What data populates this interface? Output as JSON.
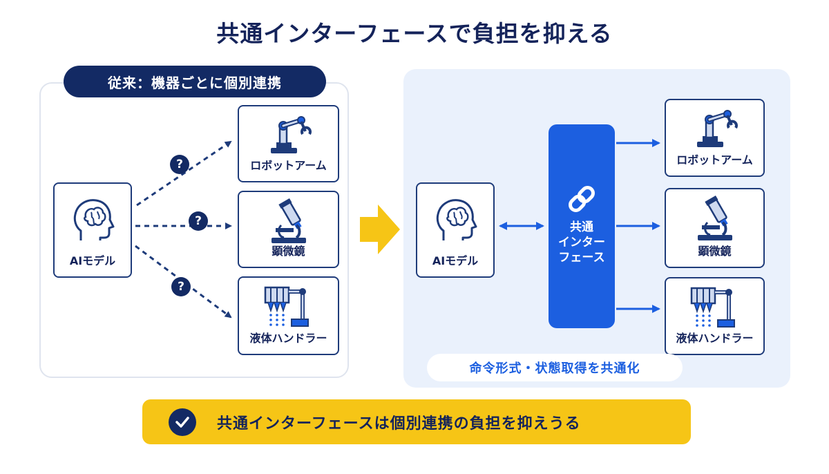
{
  "title": "共通インターフェースで負担を抑える",
  "left": {
    "badge": "従来：機器ごとに個別連携",
    "ai_label": "AIモデル",
    "qmark": "?",
    "devices": [
      "ロボットアーム",
      "顕微鏡",
      "液体ハンドラー"
    ]
  },
  "right": {
    "ai_label": "AIモデル",
    "interface_lines": [
      "共通",
      "インター",
      "フェース"
    ],
    "devices": [
      "ロボットアーム",
      "顕微鏡",
      "液体ハンドラー"
    ],
    "common_note": "命令形式・状態取得を共通化"
  },
  "banner": {
    "text": "共通インターフェースは個別連携の負担を抑えうる"
  },
  "colors": {
    "navy": "#132a64",
    "blue": "#1c5fe0",
    "yellow": "#f6c516",
    "panel_bg": "#eaf1fc"
  },
  "icons": [
    "brain-head-icon",
    "robot-arm-icon",
    "microscope-icon",
    "liquid-handler-icon",
    "link-icon",
    "check-icon",
    "question-icon",
    "right-arrow-icon"
  ]
}
